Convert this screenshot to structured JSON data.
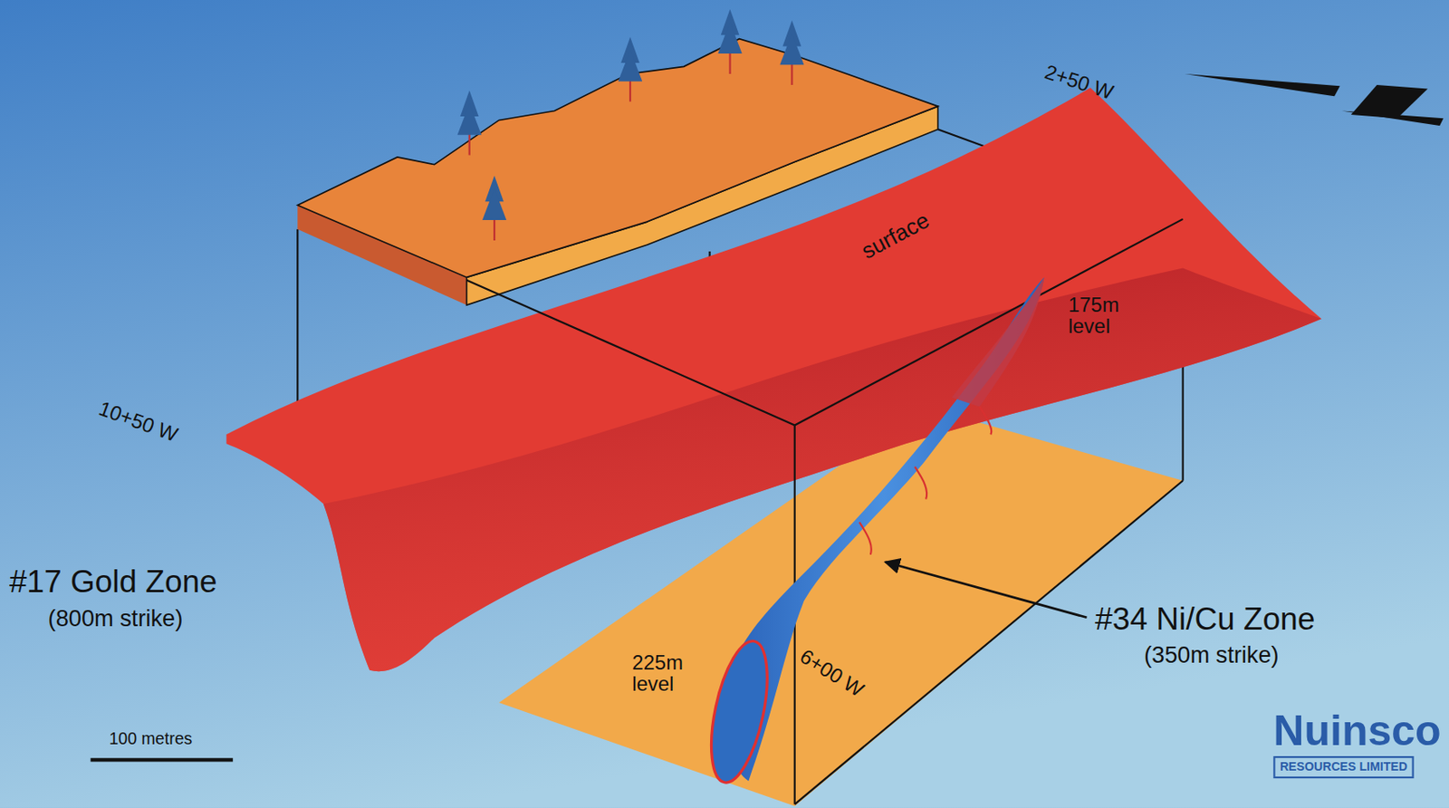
{
  "diagram": {
    "labels": [
      "2+50 W",
      "surface",
      "175m level",
      "10+50 W",
      "#17 Gold Zone",
      "(800m strike)",
      "#34 Ni/Cu Zone",
      "(350m strike)",
      "225m level",
      "6+00 W",
      "100 metres",
      "Nuinsco",
      "RESOURCES LIMITED"
    ]
  }
}
